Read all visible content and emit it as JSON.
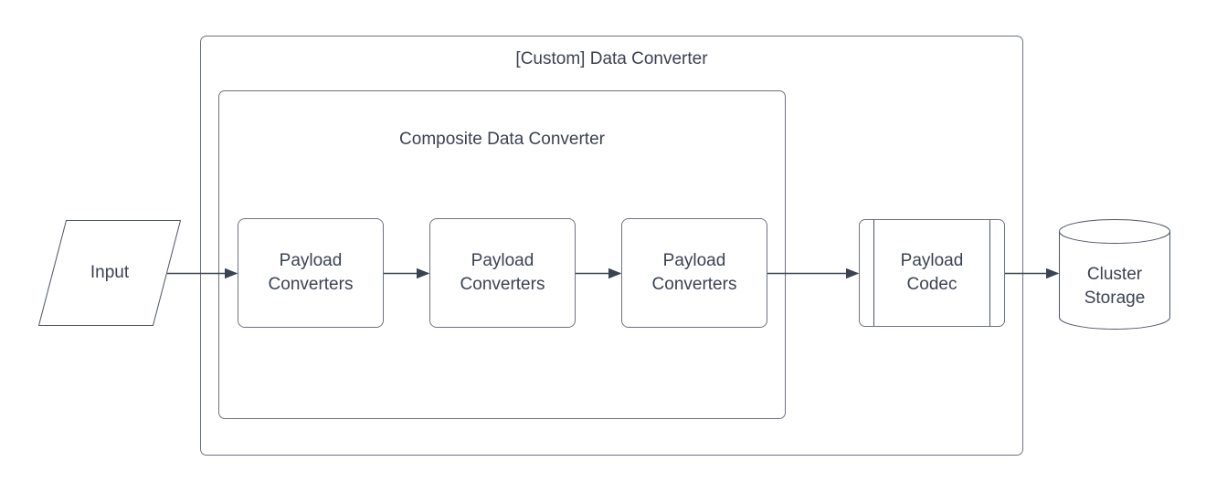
{
  "colors": {
    "background": "#ffffff",
    "text": "#3a4352",
    "box_stroke": "#6b7280",
    "shape_stroke": "#4d5563",
    "arrow": "#3a4352"
  },
  "diagram": {
    "outer_container": {
      "label": "[Custom] Data Converter",
      "shape": "rounded-rectangle-group"
    },
    "inner_container": {
      "label": "Composite Data Converter",
      "shape": "rounded-rectangle-group"
    },
    "input": {
      "label": "Input",
      "shape": "parallelogram"
    },
    "payload_converters": [
      {
        "label": "Payload Converters",
        "shape": "rounded-rectangle"
      },
      {
        "label": "Payload Converters",
        "shape": "rounded-rectangle"
      },
      {
        "label": "Payload Converters",
        "shape": "rounded-rectangle"
      }
    ],
    "payload_codec": {
      "label": "Payload Codec",
      "shape": "predefined-process"
    },
    "cluster_storage": {
      "label": "Cluster Storage",
      "shape": "cylinder"
    },
    "edges": [
      {
        "from": "input",
        "to": "payload-converters-1"
      },
      {
        "from": "payload-converters-1",
        "to": "payload-converters-2"
      },
      {
        "from": "payload-converters-2",
        "to": "payload-converters-3"
      },
      {
        "from": "payload-converters-3",
        "to": "payload-codec"
      },
      {
        "from": "payload-codec",
        "to": "cluster-storage"
      }
    ]
  }
}
